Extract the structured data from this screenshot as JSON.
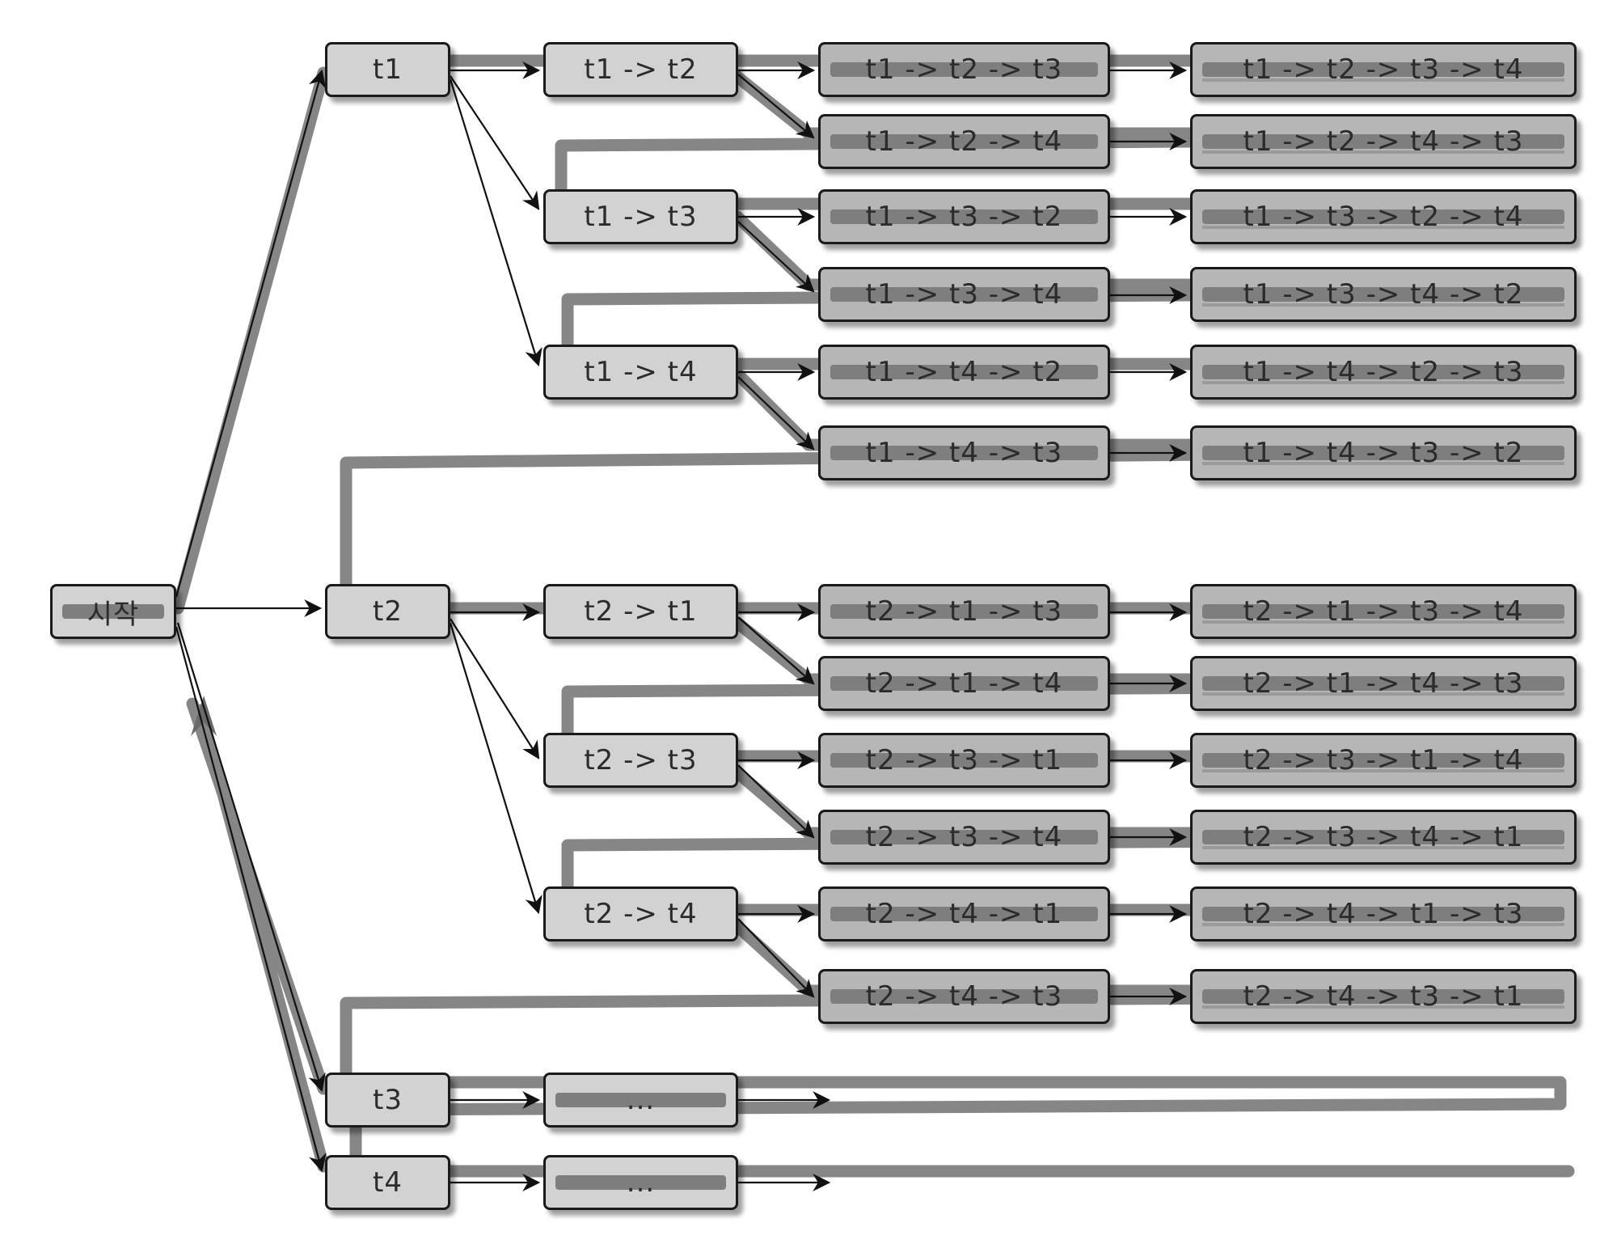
{
  "nodes": {
    "start": "시작",
    "t1": "t1",
    "t2": "t2",
    "t3": "t3",
    "t4": "t4",
    "t1_t2": "t1 -> t2",
    "t1_t3": "t1 -> t3",
    "t1_t4": "t1 -> t4",
    "t2_t1": "t2 -> t1",
    "t2_t3": "t2 -> t3",
    "t2_t4": "t2 -> t4",
    "t3_more": "...",
    "t4_more": "...",
    "t1_t2_t3": "t1 -> t2 -> t3",
    "t1_t2_t4": "t1 -> t2 -> t4",
    "t1_t3_t2": "t1 -> t3 -> t2",
    "t1_t3_t4": "t1 -> t3 -> t4",
    "t1_t4_t2": "t1 -> t4 -> t2",
    "t1_t4_t3": "t1 -> t4 -> t3",
    "t2_t1_t3": "t2 -> t1 -> t3",
    "t2_t1_t4": "t2 -> t1 -> t4",
    "t2_t3_t1": "t2 -> t3 -> t1",
    "t2_t3_t4": "t2 -> t3 -> t4",
    "t2_t4_t1": "t2 -> t4 -> t1",
    "t2_t4_t3": "t2 -> t4 -> t3",
    "t1_t2_t3_t4": "t1 -> t2 -> t3 -> t4",
    "t1_t2_t4_t3": "t1 -> t2 -> t4 -> t3",
    "t1_t3_t2_t4": "t1 -> t3 -> t2 -> t4",
    "t1_t3_t4_t2": "t1 -> t3 -> t4 -> t2",
    "t1_t4_t2_t3": "t1 -> t4 -> t2 -> t3",
    "t1_t4_t3_t2": "t1 -> t4 -> t3 -> t2",
    "t2_t1_t3_t4": "t2 -> t1 -> t3 -> t4",
    "t2_t1_t4_t3": "t2 -> t1 -> t4 -> t3",
    "t2_t3_t1_t4": "t2 -> t3 -> t1 -> t4",
    "t2_t3_t4_t1": "t2 -> t3 -> t4 -> t1",
    "t2_t4_t1_t3": "t2 -> t4 -> t1 -> t3",
    "t2_t4_t3_t1": "t2 -> t4 -> t3 -> t1"
  },
  "colors": {
    "node_fill": "#d2d2d2",
    "node_border": "#1a1a1a",
    "traversal_path": "#808080",
    "arrow": "#111111"
  }
}
